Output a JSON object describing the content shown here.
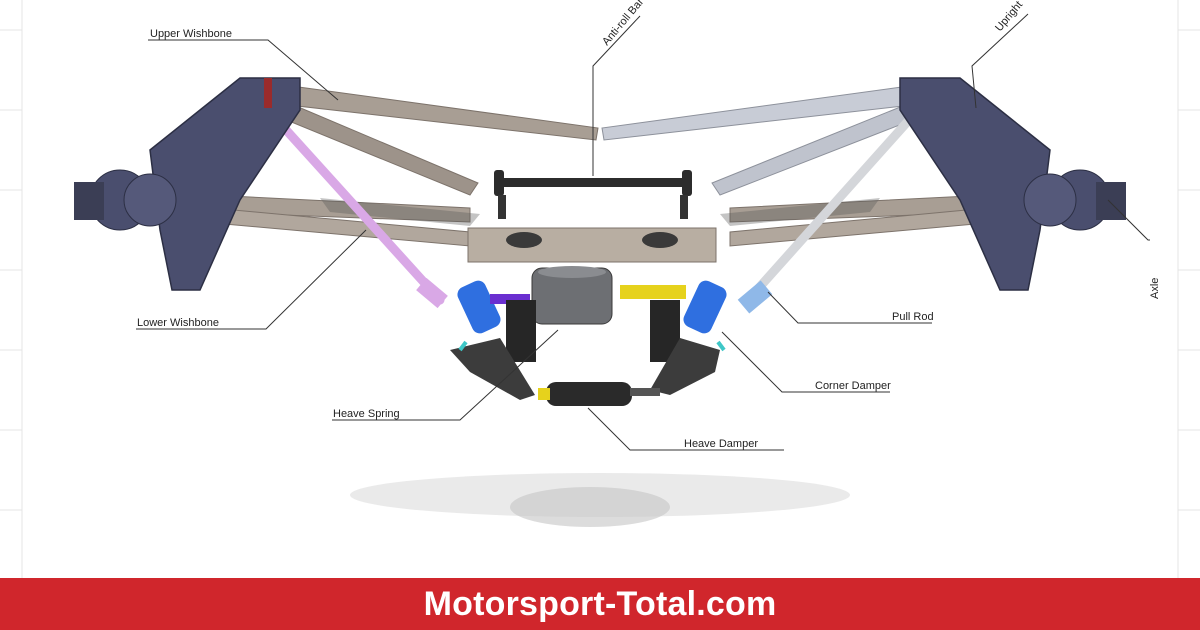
{
  "labels": {
    "upper_wishbone": "Upper Wishbone",
    "anti_roll_bar": "Anti-roll Bar",
    "upright": "Upright",
    "axle": "Axle",
    "lower_wishbone": "Lower Wishbone",
    "pull_rod": "Pull Rod",
    "corner_damper": "Corner Damper",
    "heave_spring": "Heave Spring",
    "heave_damper": "Heave Damper"
  },
  "banner": {
    "text": "Motorsport-Total.com",
    "color": "#d0262c"
  },
  "colors": {
    "upright": "#4a4e6e",
    "wishbone": "#a89e94",
    "anti_roll_bar_right": "#c8ccd6",
    "pull_rod_left": "#d9a8e6",
    "pull_rod_right": "#d4d6da",
    "corner_damper": "#2f6fe0",
    "heave_spring": "#3a3a3a",
    "heave_damper": "#2a2a2a",
    "accent_yellow": "#e6d21c",
    "accent_cyan": "#3ec7c7"
  }
}
